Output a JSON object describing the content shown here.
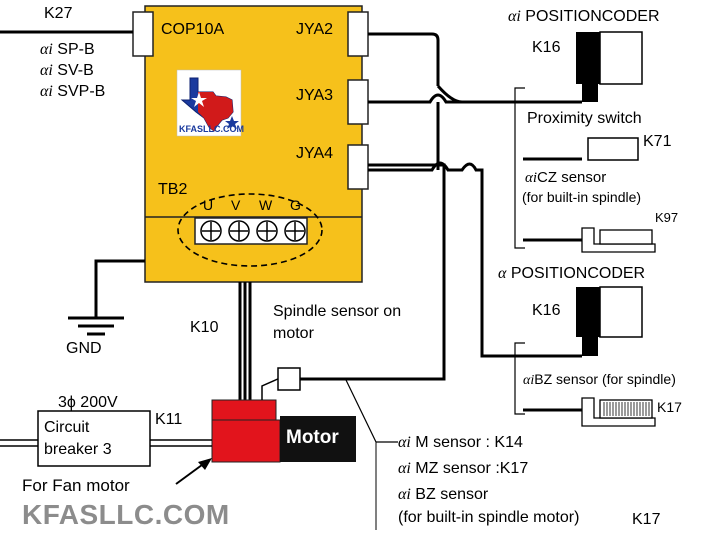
{
  "labels": {
    "k27": "K27",
    "sp_b": "SP-B",
    "sv_b": "SV-B",
    "svp_b": "SVP-B",
    "cop10a": "COP10A",
    "jya2": "JYA2",
    "jya3": "JYA3",
    "jya4": "JYA4",
    "tb2": "TB2",
    "u": "U",
    "v": "V",
    "w": "W",
    "g": "G",
    "logo_text": "KFASLLC.COM",
    "gnd": "GND",
    "k10": "K10",
    "spindle_sensor_line1": "Spindle sensor on",
    "spindle_sensor_line2": "motor",
    "power": "3ϕ 200V",
    "k11": "K11",
    "breaker_line1": "Circuit",
    "breaker_line2": "breaker 3",
    "for_fan_motor": "For Fan motor",
    "motor": "Motor",
    "watermark": "KFASLLC.COM",
    "ai_positioncoder": "POSITIONCODER",
    "k16_top": "K16",
    "proximity_switch": "Proximity switch",
    "k71": "K71",
    "aicz_sensor": "CZ  sensor",
    "for_builtin_spindle": "(for built-in spindle)",
    "k97": "K97",
    "a_positioncoder": "POSITIONCODER",
    "k16_bottom": "K16",
    "aibz_sensor": "BZ sensor (for spindle)",
    "k17_right": "K17",
    "ai_m_sensor": "M sensor : K14",
    "ai_mz_sensor": "MZ sensor :K17",
    "ai_bz_sensor": "BZ sensor",
    "for_builtin_spindle_motor": "(for built-in spindle motor)",
    "k17_bottom": "K17"
  },
  "colors": {
    "amplifier": "#f6c11b",
    "motor_red": "#e2141c",
    "motor_black": "#111111",
    "logo_blue": "#1a3a9e",
    "logo_red": "#d11a1a",
    "watermark": "#8c8c8c"
  }
}
